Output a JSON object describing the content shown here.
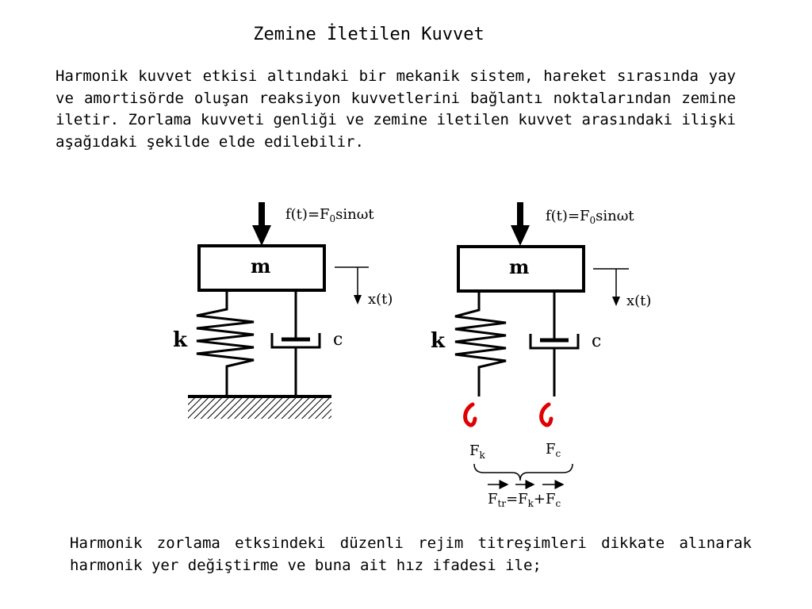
{
  "title": "Zemine İletilen Kuvvet",
  "paragraph_top": "Harmonik kuvvet etkisi altındaki bir mekanik sistem, hareket sırasında yay ve amortisörde oluşan reaksiyon kuvvetlerini bağlantı noktalarından zemine iletir. Zorlama kuvveti genliği ve zemine iletilen kuvvet arasındaki ilişki aşağıdaki şekilde elde edilebilir.",
  "paragraph_bottom": "Harmonik zorlama etksindeki düzenli rejim titreşimleri dikkate alınarak harmonik yer değiştirme ve buna ait hız ifadesi ile;",
  "figure": {
    "mass": "m",
    "spring": "k",
    "damper": "c",
    "force_f": "f(t)=F",
    "force_sub": "0",
    "force_tail": "sinωt",
    "displacement": "x(t)",
    "spring_force": "F",
    "spring_force_sub": "k",
    "damper_force": "F",
    "damper_force_sub": "c",
    "eq_F": "F",
    "eq_tr": "tr",
    "eq_eq": "=F",
    "eq_k": "k",
    "eq_plus": "+F",
    "eq_c": "c"
  }
}
